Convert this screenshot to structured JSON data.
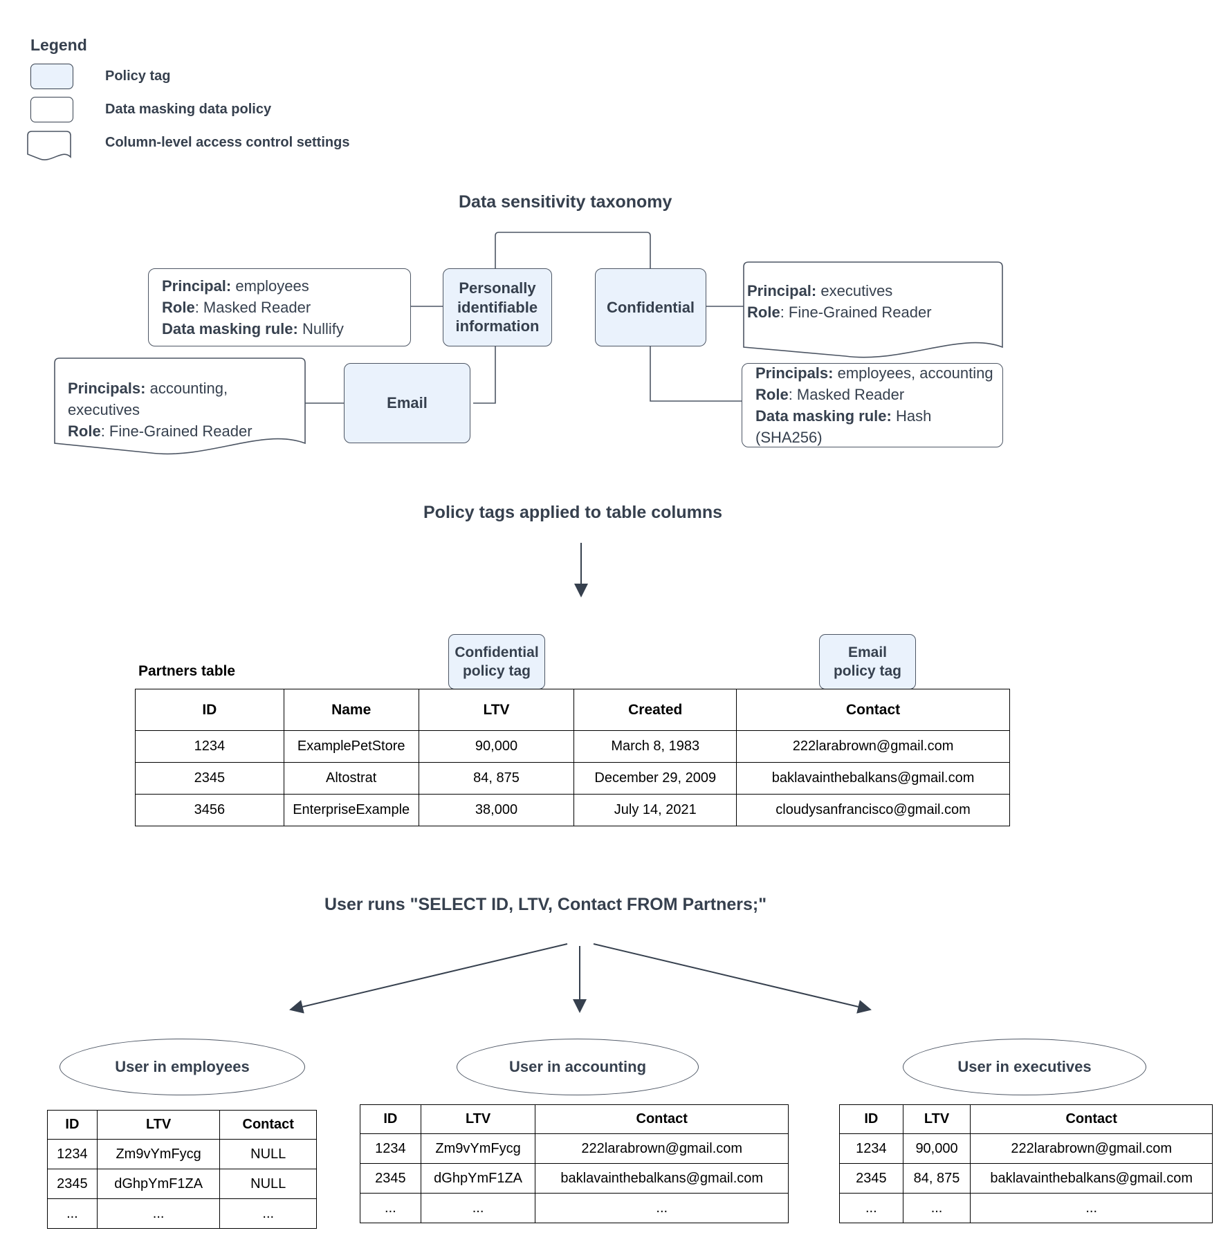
{
  "legend": {
    "title": "Legend",
    "items": [
      {
        "label": "Policy tag",
        "shape": "rounded-filled",
        "icon": "policy-tag-swatch"
      },
      {
        "label": "Data masking data policy",
        "shape": "rounded-plain",
        "icon": "data-policy-swatch"
      },
      {
        "label": "Column-level access control settings",
        "shape": "wave-document",
        "icon": "access-control-swatch"
      }
    ]
  },
  "colors": {
    "policy_tag_fill": "#eaf2fc",
    "stroke": "#4c5563",
    "text": "#36404e",
    "table_stroke": "#000000"
  },
  "sections": {
    "taxonomy_title": "Data sensitivity taxonomy",
    "applied_title": "Policy tags applied to table columns",
    "query_title": "User runs \"SELECT ID, LTV, Contact FROM Partners;\""
  },
  "taxonomy": {
    "tags": [
      {
        "id": "pii",
        "label": "Personally\nidentifiable\ninformation",
        "lines": [
          "Personally",
          "identifiable",
          "information"
        ]
      },
      {
        "id": "confidential",
        "label": "Confidential",
        "lines": [
          "Confidential"
        ]
      },
      {
        "id": "email",
        "label": "Email",
        "lines": [
          "Email"
        ]
      }
    ],
    "policies": [
      {
        "id": "pii-masking",
        "shape": "rounded",
        "rows": [
          {
            "key": "Principal:",
            "value": " employees"
          },
          {
            "key": "Role",
            "value": ": Masked Reader"
          },
          {
            "key": "Data masking rule:",
            "value": " Nullify"
          }
        ]
      },
      {
        "id": "email-access",
        "shape": "wave",
        "rows": [
          {
            "key": "Principals:",
            "value": " accounting, executives"
          },
          {
            "key": "Role",
            "value": ": Fine-Grained Reader"
          }
        ]
      },
      {
        "id": "confidential-access",
        "shape": "wave",
        "rows": [
          {
            "key": "Principal:",
            "value": " executives"
          },
          {
            "key": "Role",
            "value": ": Fine-Grained Reader"
          }
        ]
      },
      {
        "id": "confidential-masking",
        "shape": "rounded",
        "rows": [
          {
            "key": "Principals:",
            "value": " employees, accounting"
          },
          {
            "key": "Role",
            "value": ": Masked Reader"
          },
          {
            "key": "Data masking rule:",
            "value": " Hash (SHA256)"
          }
        ]
      }
    ]
  },
  "partners": {
    "label": "Partners table",
    "column_tags": [
      {
        "id": "confidential-policy-tag",
        "lines": [
          "Confidential",
          "policy tag"
        ],
        "column": "LTV"
      },
      {
        "id": "email-policy-tag",
        "lines": [
          "Email",
          "policy tag"
        ],
        "column": "Contact"
      }
    ],
    "headers": [
      "ID",
      "Name",
      "LTV",
      "Created",
      "Contact"
    ],
    "rows": [
      [
        "1234",
        "ExamplePetStore",
        "90,000",
        "March 8, 1983",
        "222larabrown@gmail.com"
      ],
      [
        "2345",
        "Altostrat",
        "84, 875",
        "December 29, 2009",
        "baklavainthebalkans@gmail.com"
      ],
      [
        "3456",
        "EnterpriseExample",
        "38,000",
        "July 14, 2021",
        "cloudysanfrancisco@gmail.com"
      ]
    ]
  },
  "results": [
    {
      "id": "employees",
      "user_label": "User in employees",
      "headers": [
        "ID",
        "LTV",
        "Contact"
      ],
      "rows": [
        [
          "1234",
          "Zm9vYmFycg",
          "NULL"
        ],
        [
          "2345",
          "dGhpYmF1ZA",
          "NULL"
        ],
        [
          "...",
          "...",
          "..."
        ]
      ]
    },
    {
      "id": "accounting",
      "user_label": "User in accounting",
      "headers": [
        "ID",
        "LTV",
        "Contact"
      ],
      "rows": [
        [
          "1234",
          "Zm9vYmFycg",
          "222larabrown@gmail.com"
        ],
        [
          "2345",
          "dGhpYmF1ZA",
          "baklavainthebalkans@gmail.com"
        ],
        [
          "...",
          "...",
          "..."
        ]
      ]
    },
    {
      "id": "executives",
      "user_label": "User in executives",
      "headers": [
        "ID",
        "LTV",
        "Contact"
      ],
      "rows": [
        [
          "1234",
          "90,000",
          "222larabrown@gmail.com"
        ],
        [
          "2345",
          "84, 875",
          "baklavainthebalkans@gmail.com"
        ],
        [
          "...",
          "...",
          "..."
        ]
      ]
    }
  ]
}
